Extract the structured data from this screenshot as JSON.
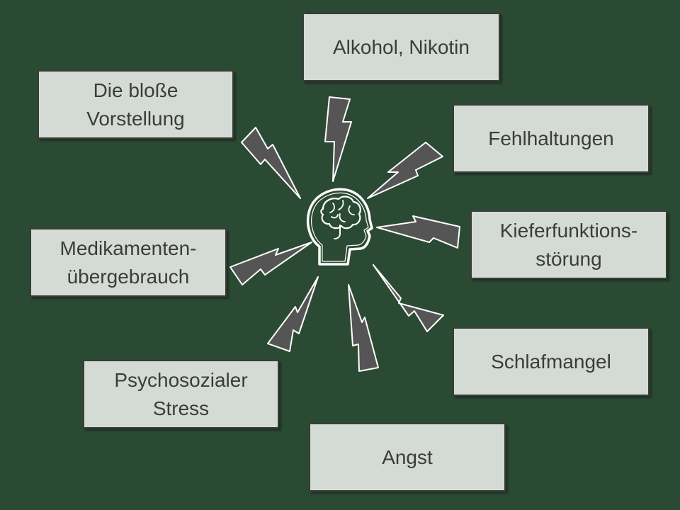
{
  "diagram": {
    "causes": [
      {
        "id": "alkohol",
        "label": "Alkohol, Nikotin"
      },
      {
        "id": "vorstellung",
        "label": "Die bloße\nVorstellung"
      },
      {
        "id": "fehlhaltungen",
        "label": "Fehlhaltungen"
      },
      {
        "id": "kiefer",
        "label": "Kieferfunktions-\nstörung"
      },
      {
        "id": "medikamente",
        "label": "Medikamenten-\nübergebrauch"
      },
      {
        "id": "schlafmangel",
        "label": "Schlafmangel"
      },
      {
        "id": "stress",
        "label": "Psychosozialer\nStress"
      },
      {
        "id": "angst",
        "label": "Angst"
      }
    ],
    "center_icon": "head-brain-icon",
    "connector_icon": "lightning-bolt-icon",
    "colors": {
      "background": "#2b4a33",
      "box_fill": "#d4dbd5",
      "box_border": "#3b3b3b",
      "text": "#3c3c3c",
      "bolt_fill": "#555555",
      "bolt_stroke": "#ffffff",
      "icon_stroke": "#ffffff"
    }
  }
}
